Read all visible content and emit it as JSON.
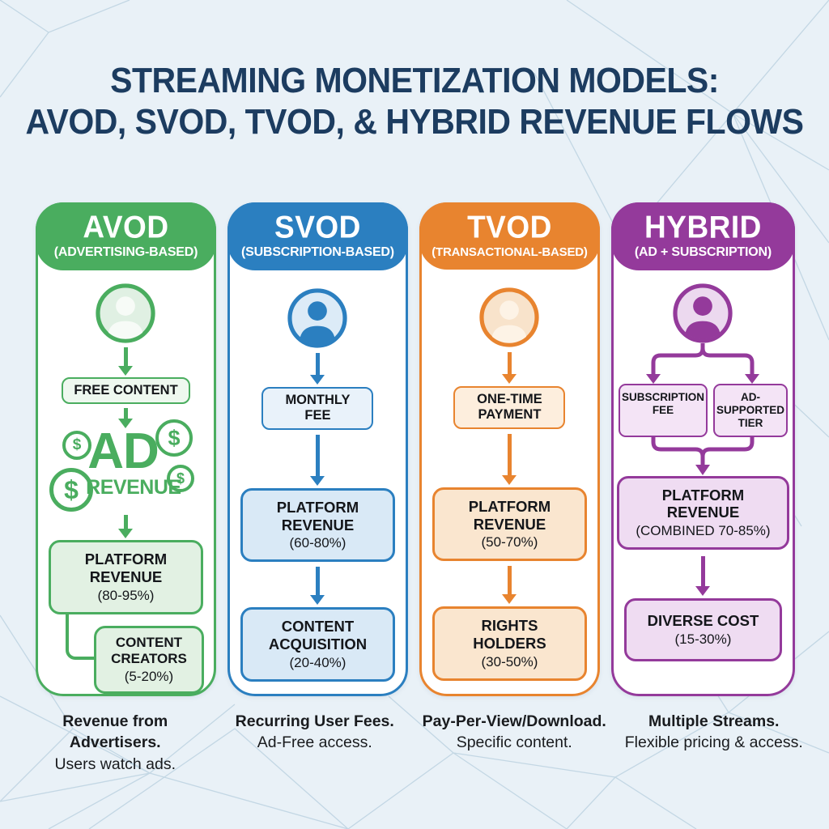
{
  "title": {
    "line1": "STREAMING MONETIZATION MODELS:",
    "line2": "AVOD, SVOD, TVOD, & HYBRID REVENUE FLOWS"
  },
  "background": {
    "page_color": "#e9f1f7",
    "mesh_line_color": "#b5cdde",
    "title_color": "#1c3c60"
  },
  "columns": [
    {
      "name": "AVOD",
      "subtitle": "(ADVERTISING-BASED)",
      "color": "#4aad5f",
      "icon_fill": "#e0f0e3",
      "person_fill": "#f7fbf7",
      "small_box_fill": "#eef8ef",
      "box_fill": "#e2f1e3",
      "flow": {
        "free_content": "FREE CONTENT",
        "ad_word": "AD",
        "revenue_word": "REVENUE",
        "dollar": "$",
        "platform_title": "PLATFORM\nREVENUE",
        "platform_pct": "(80-95%)",
        "creators_title": "CONTENT\nCREATORS",
        "creators_pct": "(5-20%)"
      },
      "caption_bold": "Revenue from Advertisers.",
      "caption_text": "Users watch ads."
    },
    {
      "name": "SVOD",
      "subtitle": "(SUBSCRIPTION-BASED)",
      "color": "#2b7fc0",
      "icon_fill": "#dcebf7",
      "person_fill": "#2b7fc0",
      "small_box_fill": "#e9f2fa",
      "box_fill": "#d9e9f6",
      "flow": {
        "fee": "MONTHLY\nFEE",
        "platform_title": "PLATFORM\nREVENUE",
        "platform_pct": "(60-80%)",
        "second_title": "CONTENT\nACQUISITION",
        "second_pct": "(20-40%)"
      },
      "caption_bold": "Recurring User Fees.",
      "caption_text": "Ad-Free access."
    },
    {
      "name": "TVOD",
      "subtitle": "(TRANSACTIONAL-BASED)",
      "color": "#e8842f",
      "icon_fill": "#f8e3cb",
      "person_fill": "#fdf3e6",
      "small_box_fill": "#fdeedd",
      "box_fill": "#fae6cf",
      "flow": {
        "fee": "ONE-TIME\nPAYMENT",
        "platform_title": "PLATFORM\nREVENUE",
        "platform_pct": "(50-70%)",
        "second_title": "RIGHTS\nHOLDERS",
        "second_pct": "(30-50%)"
      },
      "caption_bold": "Pay-Per-View/Download.",
      "caption_text": "Specific content."
    },
    {
      "name": "HYBRID",
      "subtitle": "(AD + SUBSCRIPTION)",
      "color": "#943a9b",
      "icon_fill": "#ecd9ef",
      "person_fill": "#943a9b",
      "small_box_fill": "#f4e4f6",
      "box_fill": "#efdcf2",
      "flow": {
        "branch_left": "SUBSCRIPTION\nFEE",
        "branch_right": "AD-SUPPORTED\nTIER",
        "platform_title": "PLATFORM\nREVENUE",
        "platform_pct": "(COMBINED 70-85%)",
        "second_title": "DIVERSE COST",
        "second_pct": "(15-30%)"
      },
      "caption_bold": "Multiple Streams.",
      "caption_text": "Flexible pricing & access."
    }
  ]
}
